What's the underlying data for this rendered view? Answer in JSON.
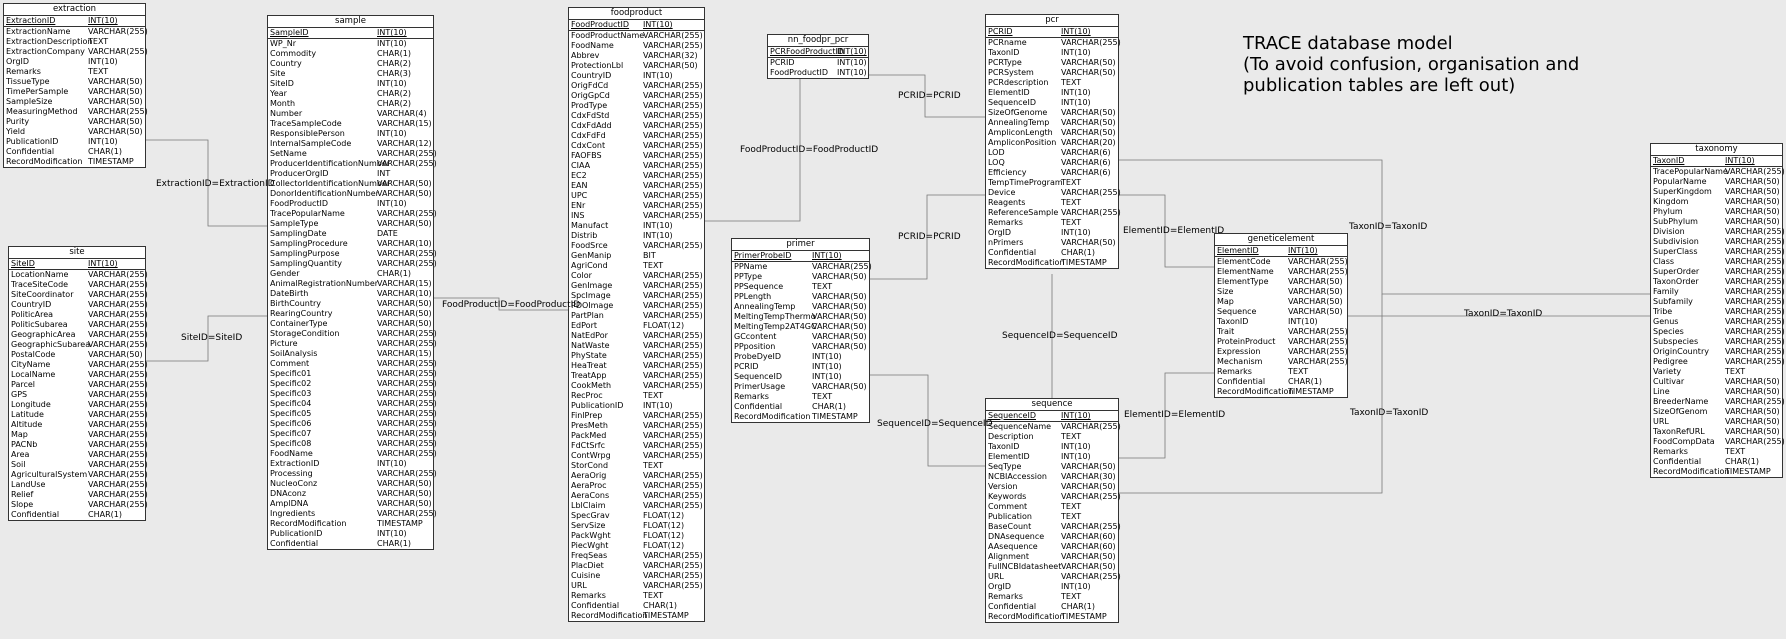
{
  "title_lines": [
    "TRACE database model",
    "(To avoid confusion, organisation and",
    "publication tables are left out)"
  ],
  "colors": {
    "background": "#eaeaea",
    "table_bg": "#ffffff",
    "border": "#333333",
    "wire": "#777777"
  },
  "tables": [
    {
      "id": "extraction",
      "name": "extraction",
      "pk": 1,
      "fields": [
        [
          "ExtractionID",
          "INT(10)"
        ],
        [
          "ExtractionName",
          "VARCHAR(255)"
        ],
        [
          "ExtractionDescription",
          "TEXT"
        ],
        [
          "ExtractionCompany",
          "VARCHAR(255)"
        ],
        [
          "OrgID",
          "INT(10)"
        ],
        [
          "Remarks",
          "TEXT"
        ],
        [
          "TissueType",
          "VARCHAR(50)"
        ],
        [
          "TimePerSample",
          "VARCHAR(50)"
        ],
        [
          "SampleSize",
          "VARCHAR(50)"
        ],
        [
          "MeasuringMethod",
          "VARCHAR(255)"
        ],
        [
          "Purity",
          "VARCHAR(50)"
        ],
        [
          "Yield",
          "VARCHAR(50)"
        ],
        [
          "PublicationID",
          "INT(10)"
        ],
        [
          "Confidential",
          "CHAR(1)"
        ],
        [
          "RecordModification",
          "TIMESTAMP"
        ]
      ]
    },
    {
      "id": "site",
      "name": "site",
      "pk": 1,
      "fields": [
        [
          "SiteID",
          "INT(10)"
        ],
        [
          "LocationName",
          "VARCHAR(255)"
        ],
        [
          "TraceSiteCode",
          "VARCHAR(255)"
        ],
        [
          "SiteCoordinator",
          "VARCHAR(255)"
        ],
        [
          "CountryID",
          "VARCHAR(255)"
        ],
        [
          "PoliticArea",
          "VARCHAR(255)"
        ],
        [
          "PoliticSubarea",
          "VARCHAR(255)"
        ],
        [
          "GeographicArea",
          "VARCHAR(255)"
        ],
        [
          "GeographicSubarea",
          "VARCHAR(255)"
        ],
        [
          "PostalCode",
          "VARCHAR(50)"
        ],
        [
          "CityName",
          "VARCHAR(255)"
        ],
        [
          "LocalName",
          "VARCHAR(255)"
        ],
        [
          "Parcel",
          "VARCHAR(255)"
        ],
        [
          "GPS",
          "VARCHAR(255)"
        ],
        [
          "Longitude",
          "VARCHAR(255)"
        ],
        [
          "Latitude",
          "VARCHAR(255)"
        ],
        [
          "Altitude",
          "VARCHAR(255)"
        ],
        [
          "Map",
          "VARCHAR(255)"
        ],
        [
          "PACNb",
          "VARCHAR(255)"
        ],
        [
          "Area",
          "VARCHAR(255)"
        ],
        [
          "Soil",
          "VARCHAR(255)"
        ],
        [
          "AgriculturalSystem",
          "VARCHAR(255)"
        ],
        [
          "LandUse",
          "VARCHAR(255)"
        ],
        [
          "Relief",
          "VARCHAR(255)"
        ],
        [
          "Slope",
          "VARCHAR(255)"
        ],
        [
          "Confidential",
          "CHAR(1)"
        ]
      ]
    },
    {
      "id": "sample",
      "name": "sample",
      "pk": 1,
      "fields": [
        [
          "SampleID",
          "INT(10)"
        ],
        [
          "WP_Nr",
          "INT(10)"
        ],
        [
          "Commodity",
          "CHAR(1)"
        ],
        [
          "Country",
          "CHAR(2)"
        ],
        [
          "Site",
          "CHAR(3)"
        ],
        [
          "SiteID",
          "INT(10)"
        ],
        [
          "Year",
          "CHAR(2)"
        ],
        [
          "Month",
          "CHAR(2)"
        ],
        [
          "Number",
          "VARCHAR(4)"
        ],
        [
          "TraceSampleCode",
          "VARCHAR(15)"
        ],
        [
          "ResponsiblePerson",
          "INT(10)"
        ],
        [
          "InternalSampleCode",
          "VARCHAR(12)"
        ],
        [
          "SetName",
          "VARCHAR(255)"
        ],
        [
          "ProducerIdentificationNumber",
          "VARCHAR(255)"
        ],
        [
          "ProducerOrgID",
          "INT"
        ],
        [
          "CollectorIdentificationNumber",
          "VARCHAR(50)"
        ],
        [
          "DonorIdentificationNumber",
          "VARCHAR(50)"
        ],
        [
          "FoodProductID",
          "INT(10)"
        ],
        [
          "TracePopularName",
          "VARCHAR(255)"
        ],
        [
          "SampleType",
          "VARCHAR(50)"
        ],
        [
          "SamplingDate",
          "DATE"
        ],
        [
          "SamplingProcedure",
          "VARCHAR(10)"
        ],
        [
          "SamplingPurpose",
          "VARCHAR(255)"
        ],
        [
          "SamplingQuantity",
          "VARCHAR(255)"
        ],
        [
          "Gender",
          "CHAR(1)"
        ],
        [
          "AnimalRegistrationNumber",
          "VARCHAR(15)"
        ],
        [
          "DateBirth",
          "VARCHAR(10)"
        ],
        [
          "BirthCountry",
          "VARCHAR(50)"
        ],
        [
          "RearingCountry",
          "VARCHAR(50)"
        ],
        [
          "ContainerType",
          "VARCHAR(50)"
        ],
        [
          "StorageCondition",
          "VARCHAR(255)"
        ],
        [
          "Picture",
          "VARCHAR(255)"
        ],
        [
          "SoilAnalysis",
          "VARCHAR(15)"
        ],
        [
          "Comment",
          "VARCHAR(255)"
        ],
        [
          "Specific01",
          "VARCHAR(255)"
        ],
        [
          "Specific02",
          "VARCHAR(255)"
        ],
        [
          "Specific03",
          "VARCHAR(255)"
        ],
        [
          "Specific04",
          "VARCHAR(255)"
        ],
        [
          "Specific05",
          "VARCHAR(255)"
        ],
        [
          "Specific06",
          "VARCHAR(255)"
        ],
        [
          "Specific07",
          "VARCHAR(255)"
        ],
        [
          "Specific08",
          "VARCHAR(255)"
        ],
        [
          "FoodName",
          "VARCHAR(255)"
        ],
        [
          "ExtractionID",
          "INT(10)"
        ],
        [
          "Processing",
          "VARCHAR(255)"
        ],
        [
          "NucleoConz",
          "VARCHAR(50)"
        ],
        [
          "DNAconz",
          "VARCHAR(50)"
        ],
        [
          "AmplDNA",
          "VARCHAR(50)"
        ],
        [
          "Ingredients",
          "VARCHAR(255)"
        ],
        [
          "RecordModification",
          "TIMESTAMP"
        ],
        [
          "PublicationID",
          "INT(10)"
        ],
        [
          "Confidential",
          "CHAR(1)"
        ]
      ]
    },
    {
      "id": "foodproduct",
      "name": "foodproduct",
      "pk": 1,
      "fields": [
        [
          "FoodProductID",
          "INT(10)"
        ],
        [
          "FoodProductName",
          "VARCHAR(255)"
        ],
        [
          "FoodName",
          "VARCHAR(255)"
        ],
        [
          "Abbrev",
          "VARCHAR(32)"
        ],
        [
          "ProtectionLbl",
          "VARCHAR(50)"
        ],
        [
          "CountryID",
          "INT(10)"
        ],
        [
          "OrigFdCd",
          "VARCHAR(255)"
        ],
        [
          "OrigGpCd",
          "VARCHAR(255)"
        ],
        [
          "ProdType",
          "VARCHAR(255)"
        ],
        [
          "CdxFdStd",
          "VARCHAR(255)"
        ],
        [
          "CdxFdAdd",
          "VARCHAR(255)"
        ],
        [
          "CdxFdFd",
          "VARCHAR(255)"
        ],
        [
          "CdxCont",
          "VARCHAR(255)"
        ],
        [
          "FAOFBS",
          "VARCHAR(255)"
        ],
        [
          "CIAA",
          "VARCHAR(255)"
        ],
        [
          "EC2",
          "VARCHAR(255)"
        ],
        [
          "EAN",
          "VARCHAR(255)"
        ],
        [
          "UPC",
          "VARCHAR(255)"
        ],
        [
          "ENr",
          "VARCHAR(255)"
        ],
        [
          "INS",
          "VARCHAR(255)"
        ],
        [
          "Manufact",
          "INT(10)"
        ],
        [
          "Distrib",
          "INT(10)"
        ],
        [
          "FoodSrce",
          "VARCHAR(255)"
        ],
        [
          "GenManip",
          "BIT"
        ],
        [
          "AgriCond",
          "TEXT"
        ],
        [
          "Color",
          "VARCHAR(255)"
        ],
        [
          "GenImage",
          "VARCHAR(255)"
        ],
        [
          "SpcImage",
          "VARCHAR(255)"
        ],
        [
          "PDOImage",
          "VARCHAR(255)"
        ],
        [
          "PartPlan",
          "VARCHAR(255)"
        ],
        [
          "EdPort",
          "FLOAT(12)"
        ],
        [
          "NatEdPor",
          "VARCHAR(255)"
        ],
        [
          "NatWaste",
          "VARCHAR(255)"
        ],
        [
          "PhyState",
          "VARCHAR(255)"
        ],
        [
          "HeaTreat",
          "VARCHAR(255)"
        ],
        [
          "TreatApp",
          "VARCHAR(255)"
        ],
        [
          "CookMeth",
          "VARCHAR(255)"
        ],
        [
          "RecProc",
          "TEXT"
        ],
        [
          "PublicationID",
          "INT(10)"
        ],
        [
          "FinlPrep",
          "VARCHAR(255)"
        ],
        [
          "PresMeth",
          "VARCHAR(255)"
        ],
        [
          "PackMed",
          "VARCHAR(255)"
        ],
        [
          "FdCtSrfc",
          "VARCHAR(255)"
        ],
        [
          "ContWrpg",
          "VARCHAR(255)"
        ],
        [
          "StorCond",
          "TEXT"
        ],
        [
          "AeraOrig",
          "VARCHAR(255)"
        ],
        [
          "AeraProc",
          "VARCHAR(255)"
        ],
        [
          "AeraCons",
          "VARCHAR(255)"
        ],
        [
          "LblClaim",
          "VARCHAR(255)"
        ],
        [
          "SpecGrav",
          "FLOAT(12)"
        ],
        [
          "ServSize",
          "FLOAT(12)"
        ],
        [
          "PackWght",
          "FLOAT(12)"
        ],
        [
          "PiecWght",
          "FLOAT(12)"
        ],
        [
          "FreqSeas",
          "VARCHAR(255)"
        ],
        [
          "PlacDiet",
          "VARCHAR(255)"
        ],
        [
          "Cuisine",
          "VARCHAR(255)"
        ],
        [
          "URL",
          "VARCHAR(255)"
        ],
        [
          "Remarks",
          "TEXT"
        ],
        [
          "Confidential",
          "CHAR(1)"
        ],
        [
          "RecordModification",
          "TIMESTAMP"
        ]
      ]
    },
    {
      "id": "nn_foodpr_pcr",
      "name": "nn_foodpr_pcr",
      "pk": 1,
      "fields": [
        [
          "PCRFoodProductID",
          "INT(10)"
        ],
        [
          "PCRID",
          "INT(10)"
        ],
        [
          "FoodProductID",
          "INT(10)"
        ]
      ]
    },
    {
      "id": "primer",
      "name": "primer",
      "pk": 1,
      "fields": [
        [
          "PrimerProbeID",
          "INT(10)"
        ],
        [
          "PPName",
          "VARCHAR(255)"
        ],
        [
          "PPType",
          "VARCHAR(50)"
        ],
        [
          "PPSequence",
          "TEXT"
        ],
        [
          "PPLength",
          "VARCHAR(50)"
        ],
        [
          "AnnealingTemp",
          "VARCHAR(50)"
        ],
        [
          "MeltingTempThermo",
          "VARCHAR(50)"
        ],
        [
          "MeltingTemp2AT4GC",
          "VARCHAR(50)"
        ],
        [
          "GCcontent",
          "VARCHAR(50)"
        ],
        [
          "PPposition",
          "VARCHAR(50)"
        ],
        [
          "ProbeDyeID",
          "INT(10)"
        ],
        [
          "PCRID",
          "INT(10)"
        ],
        [
          "SequenceID",
          "INT(10)"
        ],
        [
          "PrimerUsage",
          "VARCHAR(50)"
        ],
        [
          "Remarks",
          "TEXT"
        ],
        [
          "Confidential",
          "CHAR(1)"
        ],
        [
          "RecordModification",
          "TIMESTAMP"
        ]
      ]
    },
    {
      "id": "pcr",
      "name": "pcr",
      "pk": 1,
      "fields": [
        [
          "PCRID",
          "INT(10)"
        ],
        [
          "PCRname",
          "VARCHAR(255)"
        ],
        [
          "TaxonID",
          "INT(10)"
        ],
        [
          "PCRType",
          "VARCHAR(50)"
        ],
        [
          "PCRSystem",
          "VARCHAR(50)"
        ],
        [
          "PCRdescription",
          "TEXT"
        ],
        [
          "ElementID",
          "INT(10)"
        ],
        [
          "SequenceID",
          "INT(10)"
        ],
        [
          "SizeOfGenome",
          "VARCHAR(50)"
        ],
        [
          "AnnealingTemp",
          "VARCHAR(50)"
        ],
        [
          "AmpliconLength",
          "VARCHAR(50)"
        ],
        [
          "AmpliconPosition",
          "VARCHAR(20)"
        ],
        [
          "LOD",
          "VARCHAR(6)"
        ],
        [
          "LOQ",
          "VARCHAR(6)"
        ],
        [
          "Efficiency",
          "VARCHAR(6)"
        ],
        [
          "TempTimeProgram",
          "TEXT"
        ],
        [
          "Device",
          "VARCHAR(255)"
        ],
        [
          "Reagents",
          "TEXT"
        ],
        [
          "ReferenceSample",
          "VARCHAR(255)"
        ],
        [
          "Remarks",
          "TEXT"
        ],
        [
          "OrgID",
          "INT(10)"
        ],
        [
          "nPrimers",
          "VARCHAR(50)"
        ],
        [
          "Confidential",
          "CHAR(1)"
        ],
        [
          "RecordModification",
          "TIMESTAMP"
        ]
      ]
    },
    {
      "id": "sequence",
      "name": "sequence",
      "pk": 1,
      "fields": [
        [
          "SequenceID",
          "INT(10)"
        ],
        [
          "SequenceName",
          "VARCHAR(255)"
        ],
        [
          "Description",
          "TEXT"
        ],
        [
          "TaxonID",
          "INT(10)"
        ],
        [
          "ElementID",
          "INT(10)"
        ],
        [
          "SeqType",
          "VARCHAR(50)"
        ],
        [
          "NCBIAccession",
          "VARCHAR(30)"
        ],
        [
          "Version",
          "VARCHAR(50)"
        ],
        [
          "Keywords",
          "VARCHAR(255)"
        ],
        [
          "Comment",
          "TEXT"
        ],
        [
          "Publication",
          "TEXT"
        ],
        [
          "BaseCount",
          "VARCHAR(255)"
        ],
        [
          "DNAsequence",
          "VARCHAR(60)"
        ],
        [
          "AAsequence",
          "VARCHAR(60)"
        ],
        [
          "Alignment",
          "VARCHAR(50)"
        ],
        [
          "FullNCBIdatasheet",
          "VARCHAR(50)"
        ],
        [
          "URL",
          "VARCHAR(255)"
        ],
        [
          "OrgID",
          "INT(10)"
        ],
        [
          "Remarks",
          "TEXT"
        ],
        [
          "Confidential",
          "CHAR(1)"
        ],
        [
          "RecordModification",
          "TIMESTAMP"
        ]
      ]
    },
    {
      "id": "geneticelement",
      "name": "geneticelement",
      "pk": 1,
      "fields": [
        [
          "ElementID",
          "INT(10)"
        ],
        [
          "ElementCode",
          "VARCHAR(255)"
        ],
        [
          "ElementName",
          "VARCHAR(255)"
        ],
        [
          "ElementType",
          "VARCHAR(50)"
        ],
        [
          "Size",
          "VARCHAR(50)"
        ],
        [
          "Map",
          "VARCHAR(50)"
        ],
        [
          "Sequence",
          "VARCHAR(50)"
        ],
        [
          "TaxonID",
          "INT(10)"
        ],
        [
          "Trait",
          "VARCHAR(255)"
        ],
        [
          "ProteinProduct",
          "VARCHAR(255)"
        ],
        [
          "Expression",
          "VARCHAR(255)"
        ],
        [
          "Mechanism",
          "VARCHAR(255)"
        ],
        [
          "Remarks",
          "TEXT"
        ],
        [
          "Confidential",
          "CHAR(1)"
        ],
        [
          "RecordModification",
          "TIMESTAMP"
        ]
      ]
    },
    {
      "id": "taxonomy",
      "name": "taxonomy",
      "pk": 1,
      "fields": [
        [
          "TaxonID",
          "INT(10)"
        ],
        [
          "TracePopularName",
          "VARCHAR(255)"
        ],
        [
          "PopularName",
          "VARCHAR(50)"
        ],
        [
          "SuperKingdom",
          "VARCHAR(50)"
        ],
        [
          "Kingdom",
          "VARCHAR(50)"
        ],
        [
          "Phylum",
          "VARCHAR(50)"
        ],
        [
          "SubPhylum",
          "VARCHAR(50)"
        ],
        [
          "Division",
          "VARCHAR(255)"
        ],
        [
          "Subdivision",
          "VARCHAR(255)"
        ],
        [
          "SuperClass",
          "VARCHAR(255)"
        ],
        [
          "Class",
          "VARCHAR(255)"
        ],
        [
          "SuperOrder",
          "VARCHAR(255)"
        ],
        [
          "TaxonOrder",
          "VARCHAR(255)"
        ],
        [
          "Family",
          "VARCHAR(255)"
        ],
        [
          "Subfamily",
          "VARCHAR(255)"
        ],
        [
          "Tribe",
          "VARCHAR(255)"
        ],
        [
          "Genus",
          "VARCHAR(255)"
        ],
        [
          "Species",
          "VARCHAR(255)"
        ],
        [
          "Subspecies",
          "VARCHAR(255)"
        ],
        [
          "OriginCountry",
          "VARCHAR(255)"
        ],
        [
          "Pedigree",
          "VARCHAR(255)"
        ],
        [
          "Variety",
          "TEXT"
        ],
        [
          "Cultivar",
          "VARCHAR(50)"
        ],
        [
          "Line",
          "VARCHAR(50)"
        ],
        [
          "BreederName",
          "VARCHAR(255)"
        ],
        [
          "SizeOfGenom",
          "VARCHAR(50)"
        ],
        [
          "URL",
          "VARCHAR(50)"
        ],
        [
          "TaxonRefURL",
          "VARCHAR(50)"
        ],
        [
          "FoodCompData",
          "VARCHAR(255)"
        ],
        [
          "Remarks",
          "TEXT"
        ],
        [
          "Confidential",
          "CHAR(1)"
        ],
        [
          "RecordModification",
          "TIMESTAMP"
        ]
      ]
    }
  ],
  "relations": [
    "ExtractionID=ExtractionID",
    "SiteID=SiteID",
    "FoodProductID=FoodProductID",
    "FoodProductID=FoodProductID",
    "PCRID=PCRID",
    "PCRID=PCRID",
    "SequenceID=SequenceID",
    "SequenceID=SequenceID",
    "ElementID=ElementID",
    "ElementID=ElementID",
    "TaxonID=TaxonID",
    "TaxonID=TaxonID",
    "TaxonID=TaxonID"
  ]
}
